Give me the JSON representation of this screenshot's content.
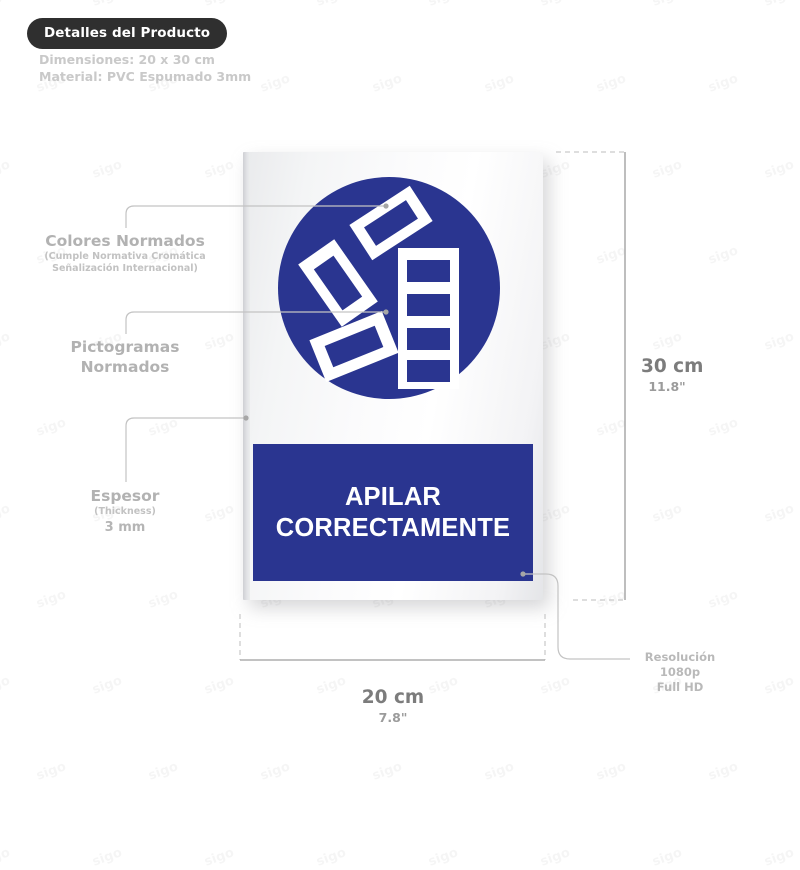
{
  "header": {
    "badge_label": "Detalles del Producto",
    "spec_lines": [
      "Dimensiones: 20 x 30 cm",
      "Material: PVC Espumado 3mm"
    ]
  },
  "sign": {
    "banner_line1": "APILAR",
    "banner_line2": "CORRECTAMENTE",
    "pictogram_name": "stacked-boxes-pictogram",
    "blue_hex": "#2a3590",
    "white_hex": "#ffffff"
  },
  "annotations": {
    "colores": {
      "title": "Colores Normados",
      "sub1": "(Cumple Normativa Cromática",
      "sub2": "Señalización Internacional)"
    },
    "pictogramas": {
      "line1": "Pictogramas",
      "line2": "Normados"
    },
    "espesor": {
      "title": "Espesor",
      "sub": "(Thickness)",
      "value": "3 mm"
    }
  },
  "dimensions": {
    "height_cm": "30 cm",
    "height_in": "11.8\"",
    "width_cm": "20 cm",
    "width_in": "7.8\""
  },
  "resolution": {
    "label": "Resolución",
    "value": "1080p",
    "quality": "Full HD"
  },
  "watermark": {
    "text": "sigo"
  }
}
